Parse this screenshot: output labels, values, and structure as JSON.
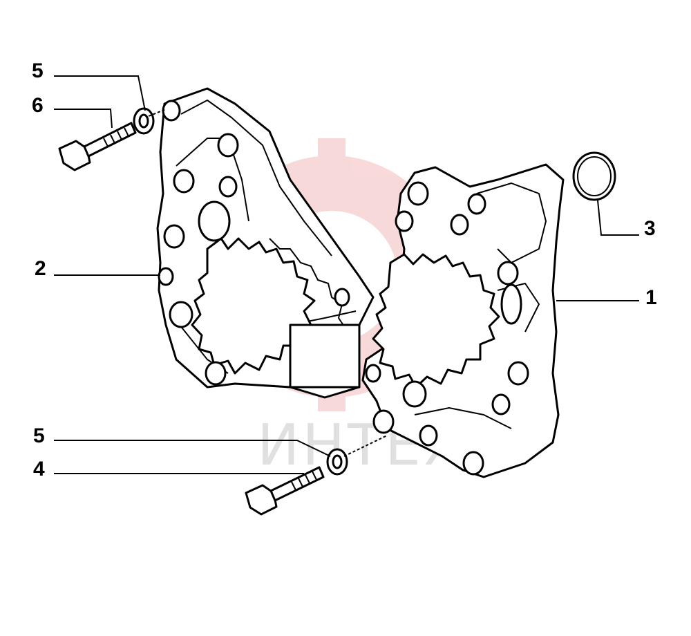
{
  "diagram": {
    "callouts": [
      {
        "id": "1",
        "label": "1"
      },
      {
        "id": "2",
        "label": "2"
      },
      {
        "id": "3",
        "label": "3"
      },
      {
        "id": "4",
        "label": "4"
      },
      {
        "id": "5a",
        "label": "5"
      },
      {
        "id": "5b",
        "label": "5"
      },
      {
        "id": "6",
        "label": "6"
      }
    ],
    "watermark": {
      "text": "ИНТЕХ",
      "color": "#e8787a"
    }
  }
}
